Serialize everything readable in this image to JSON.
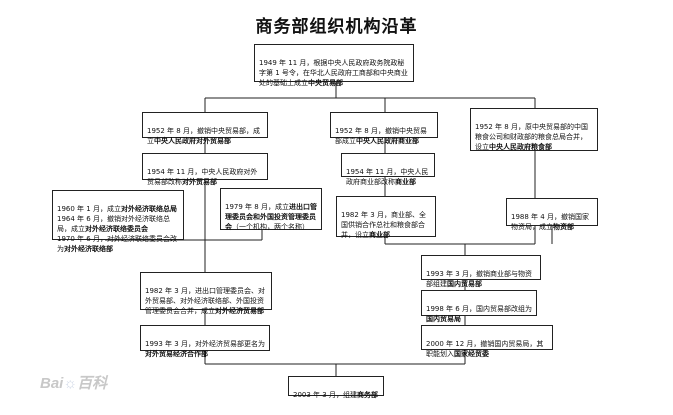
{
  "title": "商务部组织机构沿革",
  "watermark": {
    "text": "Bai",
    "paw": "☼",
    "suffix": "百科"
  },
  "boxes": {
    "b1949": {
      "text": "1949 年 11 月，根据中央人民政府政务院政秘字第 1 号令，在华北人民政府工商部和中央商业处的基础上成立",
      "bold": "中央贸易部"
    },
    "b1952a": {
      "text": "1952 年 8 月，撤销中央贸易部，成立",
      "bold": "中央人民政府对外贸易部"
    },
    "b1952b": {
      "text": "1952 年 8 月，撤销中央贸易部成立",
      "bold": "中央人民政府商业部"
    },
    "b1952c": {
      "text": "1952 年 8 月，原中央贸易部的中国粮食公司和财政部的粮食总局合并，设立",
      "bold": "中央人民政府粮食部"
    },
    "b1954a": {
      "text": "1954 年 11 月，中央人民政府对外贸易部改称",
      "bold": "对外贸易部"
    },
    "b1954b": {
      "text": "1954 年 11 月，中央人民政府商业部改称",
      "bold": "商业部"
    },
    "b1960": {
      "l1": "1960 年 1 月，成立",
      "b1": "对外经济联络总局",
      "l2": "\n1964 年 6 月，撤销对外经济联络总局，成立",
      "b2": "对外经济联络委员会",
      "l3": "\n1970 年 6 月，对外经济联络委员会改为",
      "b3": "对外经济联络部"
    },
    "b1979": {
      "text": "1979 年 8 月，成立",
      "bold": "进出口管理委员会和外国投资管理委员会",
      "tail": "（一个机构，两个名称）"
    },
    "b1982a": {
      "text": "1982 年 3 月，商业部、全国供销合作总社和粮食部合并，设立",
      "bold": "商业部"
    },
    "b1988": {
      "text": "1988 年 4 月，撤销国家物资局，成立",
      "bold": "物资部"
    },
    "b1993a": {
      "text": "1993 年 3 月，撤销商业部与物资部组建",
      "bold": "国内贸易部"
    },
    "b1982b": {
      "text": "1982 年 3 月，进出口管理委员会、对外贸易部、对外经济联络部、外国投资管理委员会合并，成立",
      "bold": "对外经济贸易部"
    },
    "b1998": {
      "text": "1998 年 6 月，国内贸易部改组为",
      "bold": "国内贸易局"
    },
    "b1993b": {
      "text": "1993 年 3 月，对外经济贸易部更名为",
      "bold": "对外贸易经济合作部"
    },
    "b2000": {
      "text": "2000 年 12 月，撤销国内贸易局，其职能划入",
      "bold": "国家经贸委"
    },
    "b2003": {
      "text": "2003 年 3 月，组建",
      "bold": "商务部"
    }
  }
}
